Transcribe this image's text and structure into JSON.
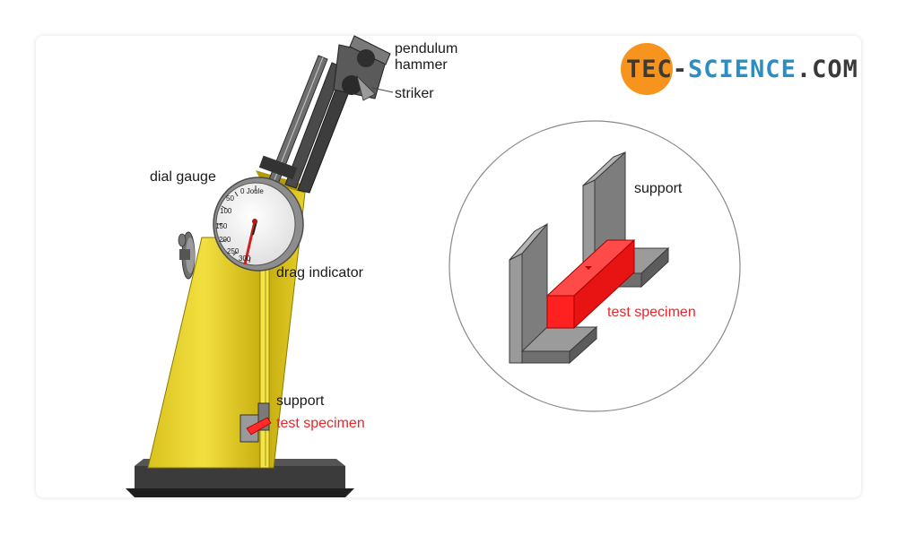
{
  "logo": {
    "part1": "tec-",
    "part2": "science",
    "part3": ".com",
    "circle_color": "#f7941d",
    "dark_color": "#3a3a3a",
    "accent_color": "#2b8dc2"
  },
  "labels": {
    "pendulum_hammer_line1": "pendulum",
    "pendulum_hammer_line2": "hammer",
    "striker": "striker",
    "dial_gauge": "dial gauge",
    "drag_indicator": "drag indicator",
    "support_machine": "support",
    "test_specimen_machine": "test specimen",
    "support_detail": "support",
    "test_specimen_detail": "test specimen"
  },
  "dial": {
    "unit": "Joule",
    "scale": [
      "0",
      "50",
      "100",
      "150",
      "200",
      "250",
      "300"
    ]
  },
  "colors": {
    "machine_yellow": "#e8d22a",
    "specimen_red": "#ff2a2a",
    "steel_gray": "#8f8f8f",
    "base_dark": "#2e2e2e",
    "label_red": "#e8262a"
  }
}
